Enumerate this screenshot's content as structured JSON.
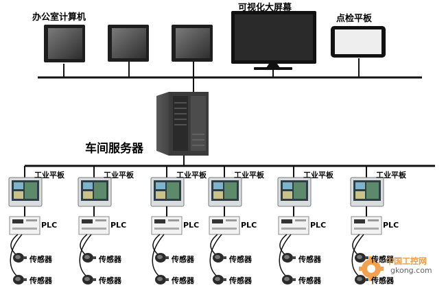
{
  "top": {
    "office_pc_label": "办公室计算机",
    "big_screen_label": "可视化大屏幕",
    "inspection_tablet_label": "点检平板"
  },
  "server": {
    "label": "车间服务器"
  },
  "nodes": [
    {
      "tablet_label": "工业平板",
      "plc_label": "PLC",
      "sensor_labels": [
        "传感器",
        "传感器"
      ]
    },
    {
      "tablet_label": "工业平板",
      "plc_label": "PLC",
      "sensor_labels": [
        "传感器",
        "传感器"
      ]
    },
    {
      "tablet_label": "工业平板",
      "plc_label": "PLC",
      "sensor_labels": [
        "传感器",
        "传感器"
      ]
    },
    {
      "tablet_label": "工业平板",
      "plc_label": "PLC",
      "sensor_labels": [
        "传感器",
        "传感器"
      ]
    },
    {
      "tablet_label": "工业平板",
      "plc_label": "PLC",
      "sensor_labels": [
        "传感器",
        "传感器"
      ]
    },
    {
      "tablet_label": "工业平板",
      "plc_label": "PLC",
      "sensor_labels": [
        "传感器",
        "传感器"
      ]
    }
  ],
  "watermark": {
    "site": "中国工控网",
    "domain": "gkong.com",
    "color": "#f08a24"
  },
  "colors": {
    "line": "#111111",
    "screen": "#4a4a4a",
    "bezel": "#2b2b2b",
    "server": "#3a3a3a"
  }
}
